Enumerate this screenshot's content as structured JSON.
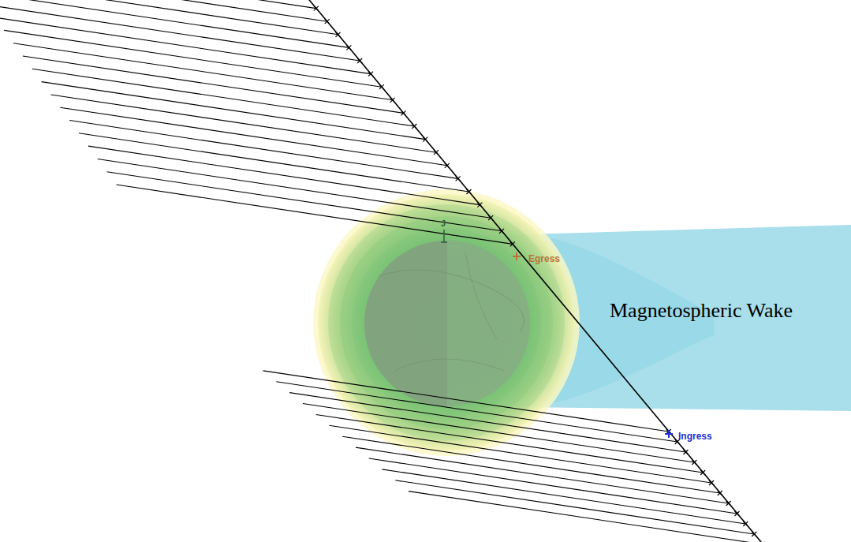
{
  "diagram": {
    "nodes": [
      {
        "text": [
          "Magnetospheric Wake"
        ]
      }
    ],
    "labels": [
      "Egress",
      "Ingress",
      "J"
    ]
  }
}
